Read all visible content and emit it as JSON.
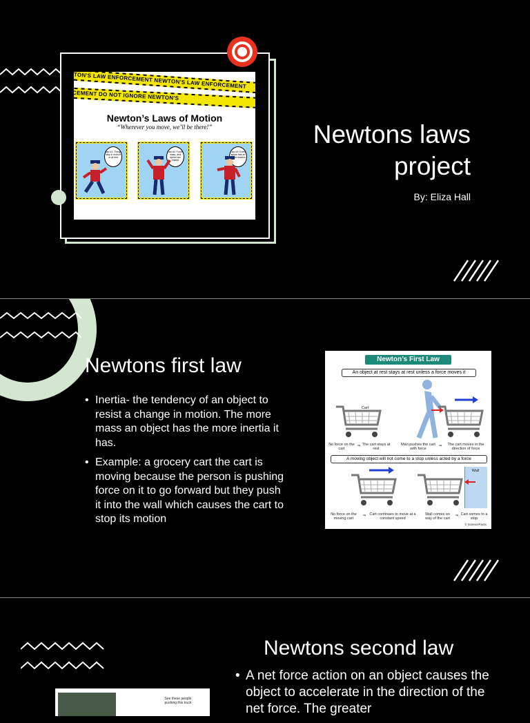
{
  "slide1": {
    "title_line1": "Newtons laws",
    "title_line2": "project",
    "byline": "By: Eliza Hall",
    "poster": {
      "tape_top": "NEWTON'S LAW ENFORCEMENT   NEWTON'S LAW ENFORCEMENT",
      "tape_mid": "FORCEMENT   DO NOT IGNORE   NEWTON'S",
      "title": "Newton’s Laws of Motion",
      "subtitle": "“Wherever you move, we’ll be there!”",
      "panel1_bubble": "Law #1: Things stay in motion or at rest",
      "panel2_bubble": "Law #2: Force, mass, and speed are related",
      "panel3_bubble": "Law #3: Every action has an equal reaction"
    }
  },
  "slide2": {
    "title": "Newtons first law",
    "bullets": [
      "Inertia- the tendency of an object to resist a change in motion. The more mass an object has the more inertia it has.",
      "Example: a grocery cart the cart is moving because the person is pushing force on it to go forward but they push it into the wall which causes the cart to stop its motion"
    ],
    "figure": {
      "header": "Newton’s First Law",
      "rule1": "An object at rest stays at rest unless a force moves it",
      "cart_label": "Cart",
      "cap1a": "No force on the cart",
      "cap1b": "The cart stays at rest",
      "cap1c": "Man pushes the cart with force",
      "cap1d": "The cart moves in the direction of force",
      "rule2": "A moving object will not come to a stop unless acted by a force",
      "wall_label": "Wall",
      "cap2a": "No force on the moving cart",
      "cap2b": "Cart continues to move at a constant speed",
      "cap2c": "Wall comes on way of the cart",
      "cap2d": "Cart comes to a stop",
      "credit": "© ScienceFacts"
    }
  },
  "slide3": {
    "title": "Newtons second law",
    "bullets": [
      "A net force action on an object causes the object to accelerate in the direction of the net force. The greater"
    ],
    "figure_caption": "See these people pushing this truck"
  },
  "colors": {
    "background": "#000000",
    "accent_green": "#d3e6cf",
    "accent_red": "#e8321e",
    "text": "#ffffff"
  }
}
